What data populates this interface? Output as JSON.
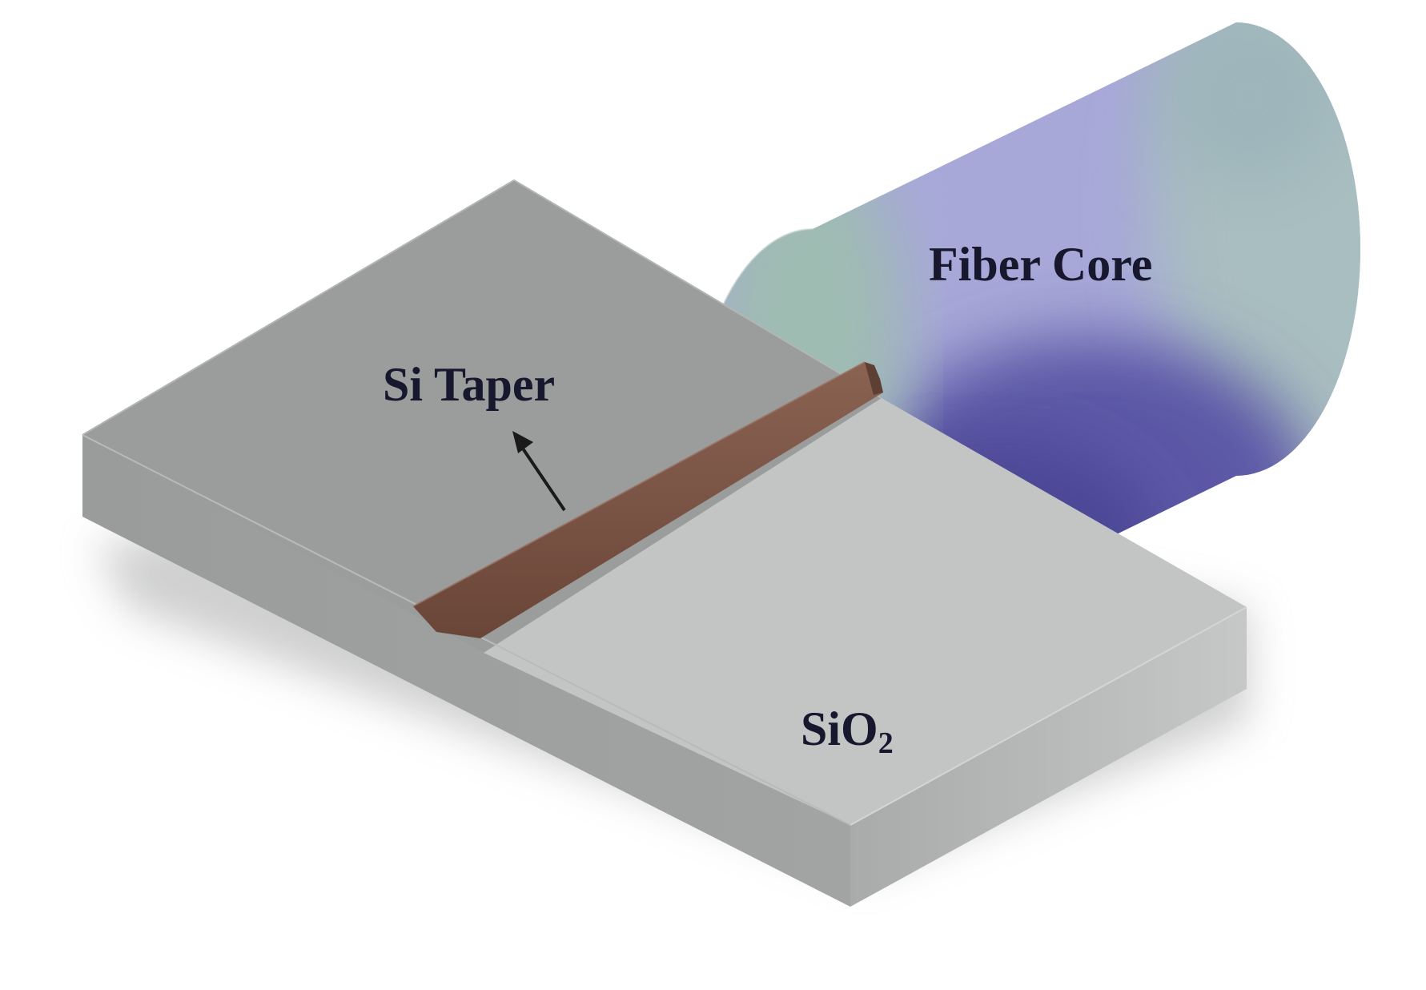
{
  "labels": {
    "fiber_core": "Fiber Core",
    "si_taper": "Si Taper",
    "substrate": "SiO",
    "substrate_subscript": "2"
  },
  "colors": {
    "substrate_top_far": "#9b9d9d",
    "substrate_top_near": "#c3c5c5",
    "substrate_side": "#8f9191",
    "substrate_front": "#bdbfbf",
    "taper": "#7a5446",
    "fiber_core_blue": "#5b58a6",
    "fiber_core_lavender": "#a7a8d8",
    "fiber_core_grey": "#a9bec0",
    "fiber_core_green": "#9fbcb2",
    "label_text": "#17172e"
  }
}
